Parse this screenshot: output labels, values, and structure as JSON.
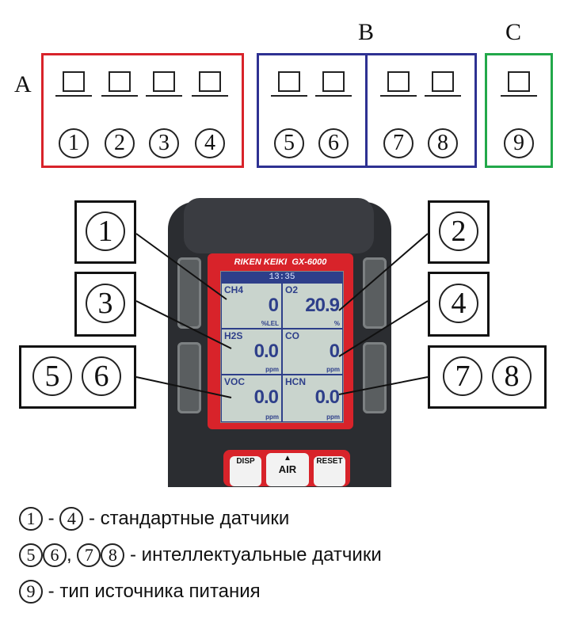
{
  "header": {
    "group_a": "A",
    "group_b": "B",
    "group_c": "C",
    "slot_numbers": [
      "1",
      "2",
      "3",
      "4",
      "5",
      "6",
      "7",
      "8",
      "9"
    ]
  },
  "device": {
    "brand": "RIKEN KEIKI",
    "model": "GX-6000",
    "time": "13:35",
    "cells": [
      {
        "gas": "CH4",
        "value": "0",
        "unit": "%LEL"
      },
      {
        "gas": "O2",
        "value": "20.9",
        "unit": "%"
      },
      {
        "gas": "H2S",
        "value": "0.0",
        "unit": "ppm"
      },
      {
        "gas": "CO",
        "value": "0",
        "unit": "ppm"
      },
      {
        "gas": "VOC",
        "value": "0.0",
        "unit": "ppm"
      },
      {
        "gas": "HCN",
        "value": "0.0",
        "unit": "ppm"
      }
    ],
    "keys": {
      "disp": "DISP",
      "air": "AIR",
      "reset": "RESET"
    }
  },
  "callouts": {
    "c1": "1",
    "c2": "2",
    "c3": "3",
    "c4": "4",
    "c5": "5",
    "c6": "6",
    "c7": "7",
    "c8": "8"
  },
  "legend": {
    "line1_nums": [
      "1",
      "4"
    ],
    "line1_text": "- стандартные датчики",
    "line2_nums": [
      "5",
      "6",
      "7",
      "8"
    ],
    "line2_text": "- интеллектуальные датчики",
    "line3_num": "9",
    "line3_text": "- тип источника питания"
  },
  "colors": {
    "red": "#d8232a",
    "blue": "#2e3192",
    "green": "#22a84a"
  }
}
